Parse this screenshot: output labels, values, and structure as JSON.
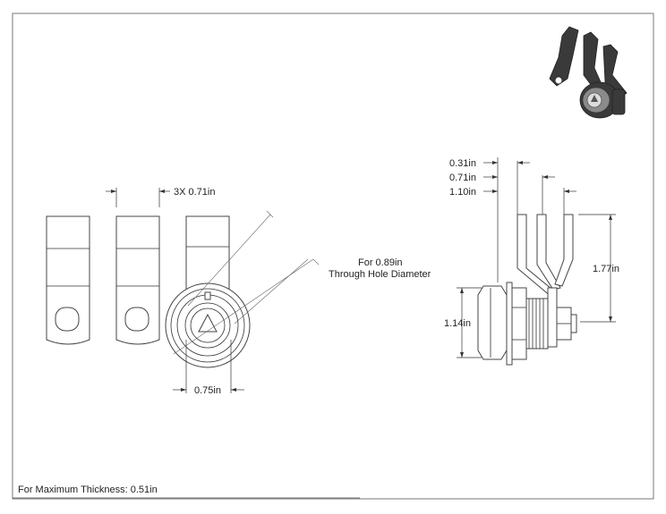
{
  "drawing": {
    "title_block": "",
    "notes": {
      "max_thickness": "For Maximum Thickness: 0.51in",
      "hole_line1": "For 0.89in",
      "hole_line2": "Through Hole Diameter"
    },
    "dimensions": {
      "cam_width": "3X 0.71in",
      "face_diameter": "0.75in",
      "offset_1": "0.31in",
      "offset_2": "0.71in",
      "offset_3": "1.10in",
      "cam_height": "1.77in",
      "body_height": "1.14in"
    }
  }
}
